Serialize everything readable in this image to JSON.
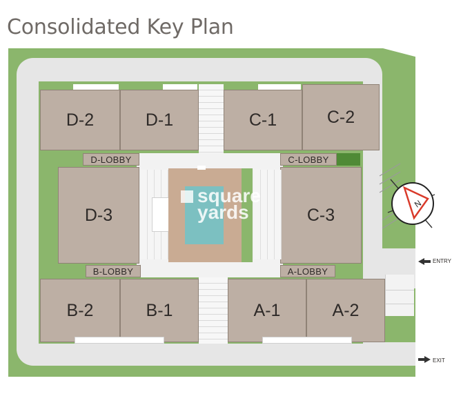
{
  "title": "Consolidated Key Plan",
  "buildings": {
    "d2": "D-2",
    "d1": "D-1",
    "c1": "C-1",
    "c2": "C-2",
    "d3": "D-3",
    "c3": "C-3",
    "b2": "B-2",
    "b1": "B-1",
    "a1": "A-1",
    "a2": "A-2"
  },
  "lobbies": {
    "d": "D-LOBBY",
    "c": "C-LOBBY",
    "b": "B-LOBBY",
    "a": "A-LOBBY"
  },
  "entry_label": "ENTRY",
  "exit_label": "EXIT",
  "compass": "N",
  "watermark": {
    "line1": "square",
    "line2": "yards"
  },
  "colors": {
    "grass": "#8bb66c",
    "road": "#e6e6e6",
    "building": "#bdafa4",
    "pool": "#7cc0c1",
    "deck": "#c9ab93",
    "compass_red": "#d93a2a"
  }
}
